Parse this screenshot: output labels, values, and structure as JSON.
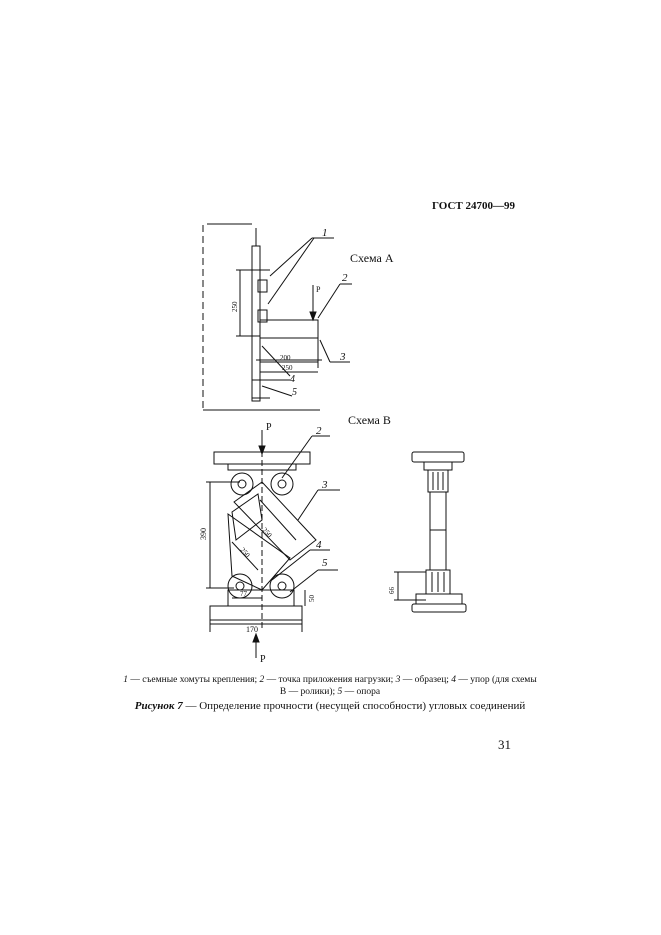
{
  "header": {
    "doc_id": "ГОСТ 24700—99"
  },
  "page_number": "31",
  "scheme_a": {
    "title": "Схема А",
    "callouts": [
      "1",
      "2",
      "3",
      "4",
      "5"
    ],
    "load_label": "P",
    "dims": [
      "250",
      "200",
      "250"
    ]
  },
  "scheme_b": {
    "title": "Схема В",
    "callouts": [
      "2",
      "3",
      "4",
      "5"
    ],
    "load_top": "P",
    "load_bottom": "P",
    "dims": [
      "390",
      "250",
      "250",
      "77",
      "50",
      "170",
      "66"
    ]
  },
  "legend": [
    {
      "num": "1",
      "text": " — съемные хомуты крепления; "
    },
    {
      "num": "2",
      "text": " — точка приложения  нагрузки; "
    },
    {
      "num": "3",
      "text": " — образец; "
    },
    {
      "num": "4",
      "text": " — упор (для схемы В — ролики); "
    },
    {
      "num": "5",
      "text": " — опора"
    }
  ],
  "figure": {
    "label": "Рисунок 7",
    "text": " — Определение прочности (несущей способности) угловых соединений"
  }
}
